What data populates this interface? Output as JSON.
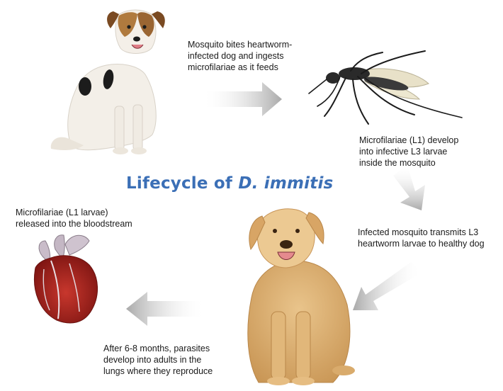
{
  "title": {
    "prefix": "Lifecycle of ",
    "species": "D. immitis",
    "color": "#3b6fb6"
  },
  "steps": [
    {
      "text": "Mosquito bites heartworm-\ninfected dog and ingests\nmicrofilariae as it feeds"
    },
    {
      "text": "Microfilariae (L1) develop\ninto infective L3 larvae\ninside the mosquito"
    },
    {
      "text": "Infected mosquito transmits L3\nheartworm larvae to healthy dog"
    },
    {
      "text": "After 6-8 months, parasites\ndevelop into adults in the\nlungs where they reproduce"
    },
    {
      "text": "Microfilariae (L1 larvae)\nreleased into the bloodstream"
    }
  ],
  "images": [
    {
      "name": "infected-dog-image"
    },
    {
      "name": "mosquito-image"
    },
    {
      "name": "healthy-dog-image"
    },
    {
      "name": "heart-image"
    }
  ],
  "colors": {
    "arrow": "#b9b9b9",
    "text": "#1a1a1a"
  }
}
